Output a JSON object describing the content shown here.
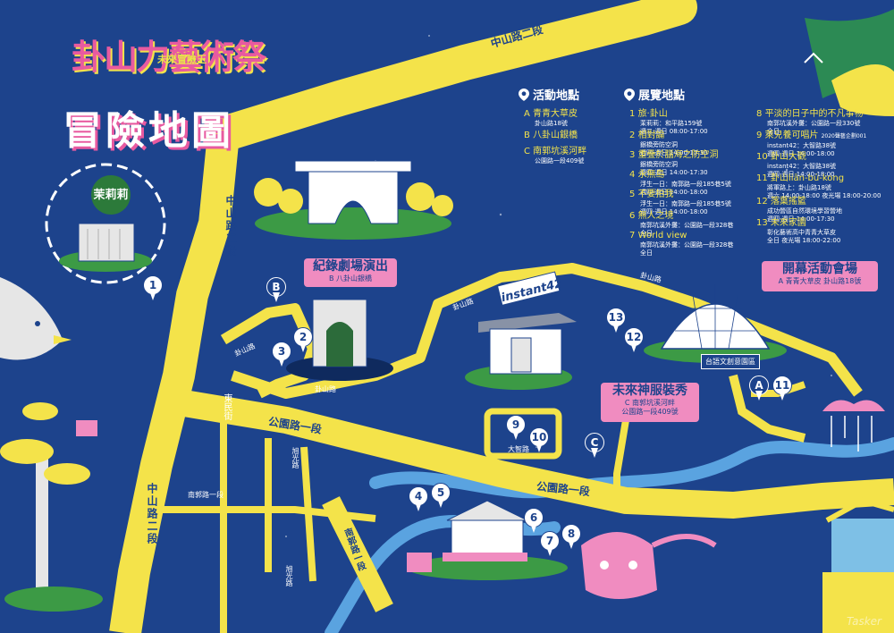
{
  "title": {
    "line1": "卦山力藝術祭",
    "tagline": "未來冒險王",
    "line2": "冒險地圖"
  },
  "colors": {
    "sea": "#1d438c",
    "road": "#f4e34a",
    "pink": "#f08cc0",
    "white": "#ffffff",
    "green": "#3c9a45"
  },
  "roads": {
    "zhongshan_top": "中山路二段",
    "zhongshan_left": "中山路二段",
    "zhongshan_bottom": "中山路二段",
    "gongyuan_left": "公園路一段",
    "gongyuan_right": "公園路一段"
  },
  "streets": {
    "guashan_a": "卦山路",
    "guashan_b": "卦山路",
    "guashan_c": "卦山路",
    "dongmin": "東民街",
    "nanguo_1": "南郭路一段",
    "nanguo_2": "南郭路一段",
    "xuguang": "旭光路",
    "xuguang_2": "旭光路",
    "dazhi": "大智路",
    "guashan_d": "卦山路"
  },
  "legend": {
    "events_heading": "活動地點",
    "exhibits_heading": "展覽地點",
    "icon": "pin-icon"
  },
  "events": [
    {
      "key": "A",
      "name": "青青大草皮",
      "detail": "卦山路18號"
    },
    {
      "key": "B",
      "name": "八卦山銀橋",
      "detail": ""
    },
    {
      "key": "C",
      "name": "南郭坑溪河畔",
      "detail": "公園路一段409號"
    }
  ],
  "exhibits": [
    {
      "no": "1",
      "name": "旅·卦山",
      "detail": "茉莉莉：和平路159號",
      "time": "週二-週日 08:00-17:00"
    },
    {
      "no": "2",
      "name": "相對論",
      "detail": "銀橋旁防空洞",
      "time": "週四-週日 14:00-17:30"
    },
    {
      "no": "3",
      "name": "重疊於腦海之防空洞",
      "detail": "銀橋旁防空洞",
      "time": "週四-週日 14:00-17:30"
    },
    {
      "no": "4",
      "name": "永無島",
      "detail": "浮生一日：南郭路一段185巷5號",
      "time": "週四-週日 14:00-18:00"
    },
    {
      "no": "5",
      "name": "不要拍我",
      "detail": "浮生一日：南郭路一段185巷5號",
      "time": "週四-週日 14:00-18:00"
    },
    {
      "no": "6",
      "name": "無人之境",
      "detail": "南郭坑溪外攤：公園路一段328巷",
      "time": "全日"
    },
    {
      "no": "7",
      "name": "World view",
      "detail": "南郭坑溪外攤：公園路一段328巷",
      "time": "全日"
    },
    {
      "no": "8",
      "name": "平淡的日子中的不凡事物",
      "detail": "南郭坑溪外攤：公園路一段330號",
      "time": "全日"
    },
    {
      "no": "9",
      "name": "萊兒養可唱片",
      "detail": "instant42：大智路38號",
      "time": "週四-週日 14:00-18:00",
      "note": "2020聲藝企劃001"
    },
    {
      "no": "10",
      "name": "卦山大觀",
      "detail": "instant42：大智路38號",
      "time": "週四-週日 14:00-18:00"
    },
    {
      "no": "11",
      "name": "卦山liān-bú-kong",
      "detail": "將軍路上：卦山路18號",
      "time": "週六 14:00-18:00 夜光場 18:00-20:00"
    },
    {
      "no": "12",
      "name": "落葉搖籃",
      "detail": "成功營區自然環境學習營地",
      "time": "週四-週日 14:00-17:30"
    },
    {
      "no": "13",
      "name": "未來家園",
      "detail": "彰化藝術高中青青大草皮",
      "time": "全日 夜光場 18:00-22:00"
    }
  ],
  "callouts": {
    "documentary": {
      "title": "紀錄劇場演出",
      "sub": "B 八卦山銀橋"
    },
    "fashion": {
      "title": "未來神服裝秀",
      "sub1": "C 南郭坑溪河畔",
      "sub2": "公園路一段409號"
    },
    "opening": {
      "title": "開幕活動會場",
      "sub": "A  青青大草皮  卦山路18號"
    }
  },
  "landmarks": {
    "instant42": "instant42",
    "moli_shop": "茉莉莉",
    "taiwanese_tag": "台語文創意園區"
  },
  "pins": [
    "1",
    "2",
    "3",
    "4",
    "5",
    "6",
    "7",
    "8",
    "9",
    "10",
    "11",
    "12",
    "13"
  ],
  "letter_pins": [
    "A",
    "B",
    "C"
  ],
  "watermark": "Tasker"
}
